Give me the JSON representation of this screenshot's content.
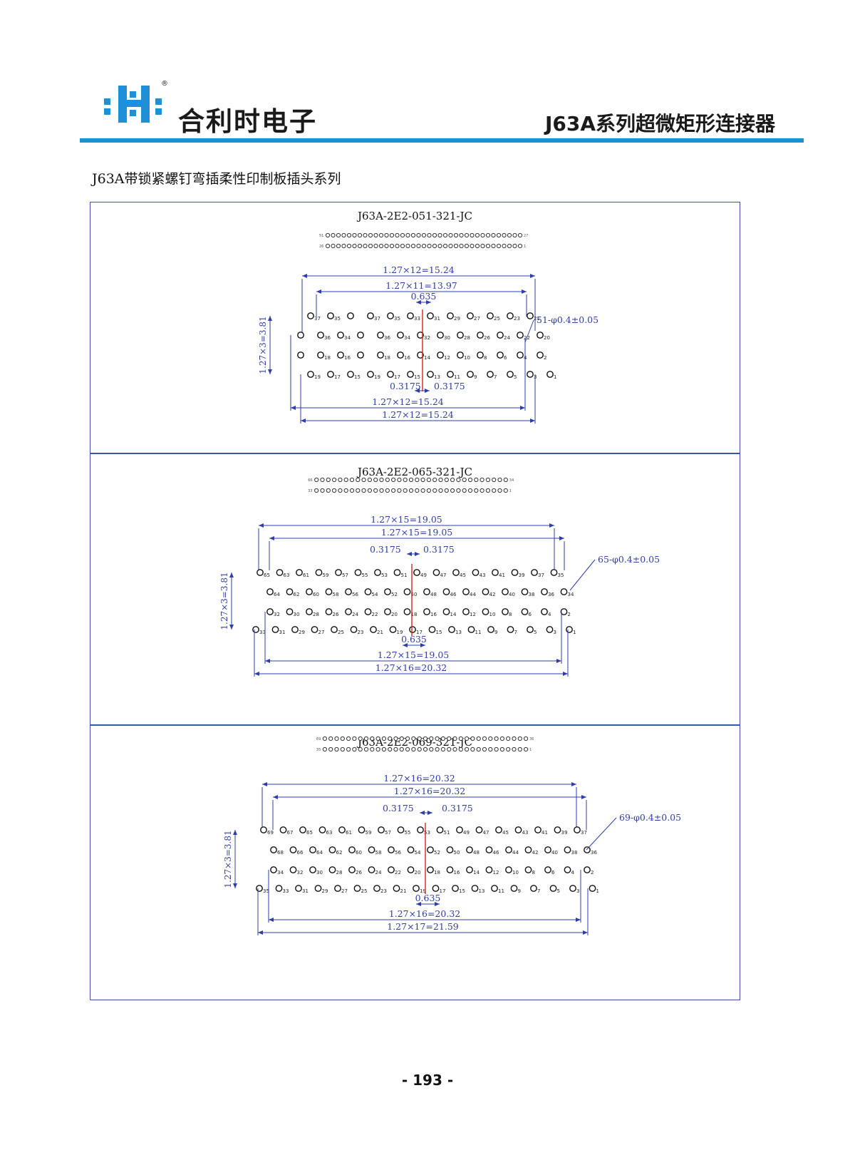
{
  "header": {
    "brand": "合利时电子",
    "series_title": "J63A系列超微矩形连接器",
    "registered_mark": "®"
  },
  "subtitle": "J63A带锁紧螺钉弯插柔性印制板插头系列",
  "page_number": "- 193 -",
  "colors": {
    "accent": "#1f8fd8",
    "dimension": "#2e3ea8",
    "centerline": "#e02020"
  },
  "panels": [
    {
      "title": "J63A-2E2-051-321-JC",
      "pin_note": "51-φ0.4±0.05",
      "dims": {
        "top_outer": "1.27×12=15.24",
        "top_inner": "1.27×11=13.97",
        "half_pitch": "0.635",
        "quarter_left": "0.3175",
        "quarter_right": "0.3175",
        "bottom_inner": "1.27×12=15.24",
        "bottom_outer": "1.27×12=15.24",
        "vertical": "1.27×3=3.81"
      },
      "strip_top_labels": [
        "51",
        "27"
      ],
      "strip_bottom_labels": [
        "26",
        "1"
      ],
      "rows": [
        [
          "37",
          "35",
          "",
          "37",
          "35",
          "33",
          "31",
          "29",
          "27",
          "25",
          "23",
          "21"
        ],
        [
          "",
          "36",
          "34",
          "",
          "36",
          "34",
          "32",
          "30",
          "28",
          "26",
          "24",
          "22",
          "20"
        ],
        [
          "",
          "18",
          "16",
          "",
          "18",
          "16",
          "14",
          "12",
          "10",
          "8",
          "6",
          "4",
          "2"
        ],
        [
          "19",
          "17",
          "15",
          "19",
          "17",
          "15",
          "13",
          "11",
          "9",
          "7",
          "5",
          "3",
          "1"
        ]
      ]
    },
    {
      "title": "J63A-2E2-065-321-JC",
      "pin_note": "65-φ0.4±0.05",
      "dims": {
        "top_outer": "1.27×15=19.05",
        "top_inner": "1.27×15=19.05",
        "quarter_left": "0.3175",
        "quarter_right": "0.3175",
        "half_pitch": "0.635",
        "bottom_inner": "1.27×15=19.05",
        "bottom_outer": "1.27×16=20.32",
        "vertical": "1.27×3=3.81"
      },
      "strip_top_labels": [
        "66",
        "34"
      ],
      "strip_bottom_labels": [
        "33",
        "1"
      ],
      "rows": [
        [
          "65",
          "63",
          "61",
          "59",
          "57",
          "55",
          "53",
          "51",
          "49",
          "47",
          "45",
          "43",
          "41",
          "39",
          "37",
          "35"
        ],
        [
          "64",
          "62",
          "60",
          "58",
          "56",
          "54",
          "52",
          "50",
          "48",
          "46",
          "44",
          "42",
          "40",
          "38",
          "36",
          "34"
        ],
        [
          "32",
          "30",
          "28",
          "26",
          "24",
          "22",
          "20",
          "18",
          "16",
          "14",
          "12",
          "10",
          "8",
          "6",
          "4",
          "2"
        ],
        [
          "33",
          "31",
          "29",
          "27",
          "25",
          "23",
          "21",
          "19",
          "17",
          "15",
          "13",
          "11",
          "9",
          "7",
          "5",
          "3",
          "1"
        ]
      ]
    },
    {
      "title": "J63A-2E2-069-321-JC",
      "pin_note": "69-φ0.4±0.05",
      "dims": {
        "top_outer": "1.27×16=20.32",
        "top_inner": "1.27×16=20.32",
        "quarter_left": "0.3175",
        "quarter_right": "0.3175",
        "half_pitch": "0.635",
        "bottom_inner": "1.27×16=20.32",
        "bottom_outer": "1.27×17=21.59",
        "vertical": "1.27×3=3.81"
      },
      "strip_top_labels": [
        "69",
        "36"
      ],
      "strip_bottom_labels": [
        "35",
        "1"
      ],
      "rows": [
        [
          "69",
          "67",
          "65",
          "63",
          "61",
          "59",
          "57",
          "55",
          "53",
          "51",
          "49",
          "47",
          "45",
          "43",
          "41",
          "39",
          "37"
        ],
        [
          "68",
          "66",
          "64",
          "62",
          "60",
          "58",
          "56",
          "54",
          "52",
          "50",
          "48",
          "46",
          "44",
          "42",
          "40",
          "38",
          "36"
        ],
        [
          "34",
          "32",
          "30",
          "28",
          "26",
          "24",
          "22",
          "20",
          "18",
          "16",
          "14",
          "12",
          "10",
          "8",
          "6",
          "4",
          "2"
        ],
        [
          "35",
          "33",
          "31",
          "29",
          "27",
          "25",
          "23",
          "21",
          "19",
          "17",
          "15",
          "13",
          "11",
          "9",
          "7",
          "5",
          "3",
          "1"
        ]
      ]
    }
  ]
}
